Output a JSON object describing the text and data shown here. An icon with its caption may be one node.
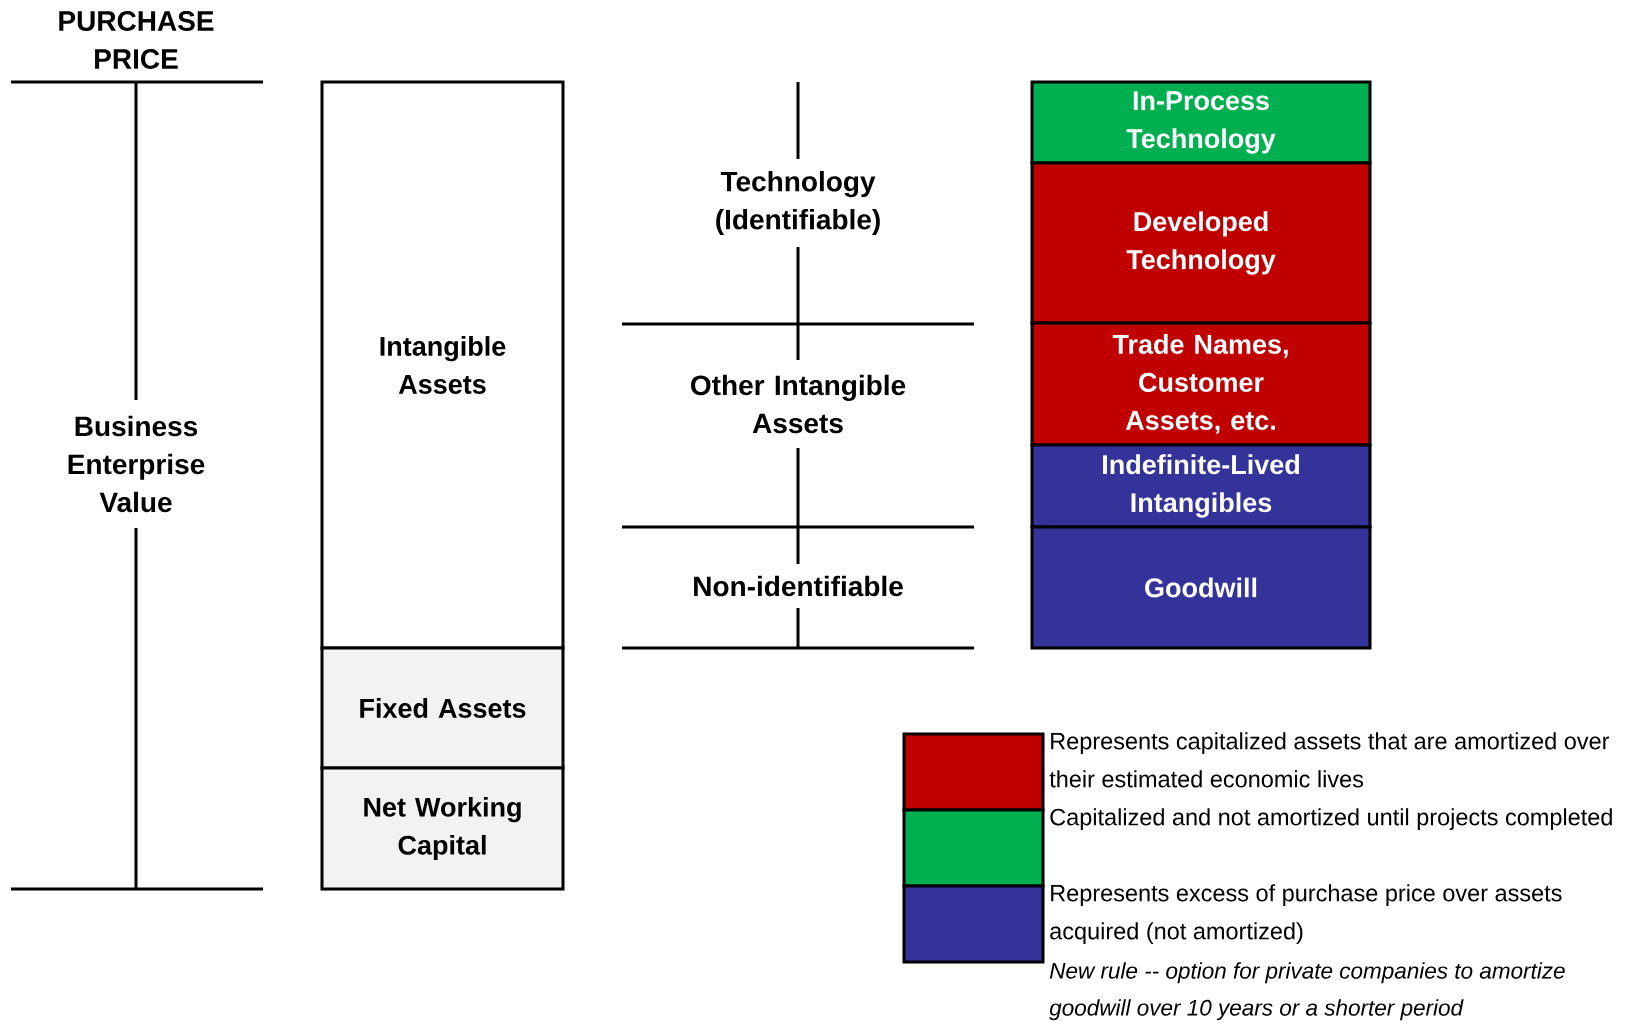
{
  "diagram": {
    "title": "PURCHASE PRICE",
    "nodes": [
      {
        "text": [
          "Intangible Assets"
        ]
      },
      {
        "text": [
          "Fixed Assets"
        ]
      },
      {
        "text": [
          "Net Working Capital"
        ]
      },
      {
        "text": [
          "In-Process Technology"
        ]
      },
      {
        "text": [
          "Developed Technology"
        ]
      },
      {
        "text": [
          "Trade Names, Customer Assets, etc."
        ]
      },
      {
        "text": [
          "Indefinite-Lived Intangibles"
        ]
      },
      {
        "text": [
          "Goodwill"
        ]
      }
    ],
    "edges": [],
    "labels": [
      "Business Enterprise Value",
      "Technology (Identifiable)",
      "Other Intangible Assets",
      "Non-identifiable",
      "New rule -- option for private companies to amortize goodwill over 10 years or a shorter period"
    ],
    "legend": [
      {
        "text": "Represents capitalized assets that are amortized over their estimated economic lives",
        "color": "#c00000"
      },
      {
        "text": "Capitalized and not amortized until projects completed",
        "color": "#00b050"
      },
      {
        "text": "Represents excess of purchase price over assets acquired (not amortized)",
        "color": "#333399"
      }
    ]
  }
}
